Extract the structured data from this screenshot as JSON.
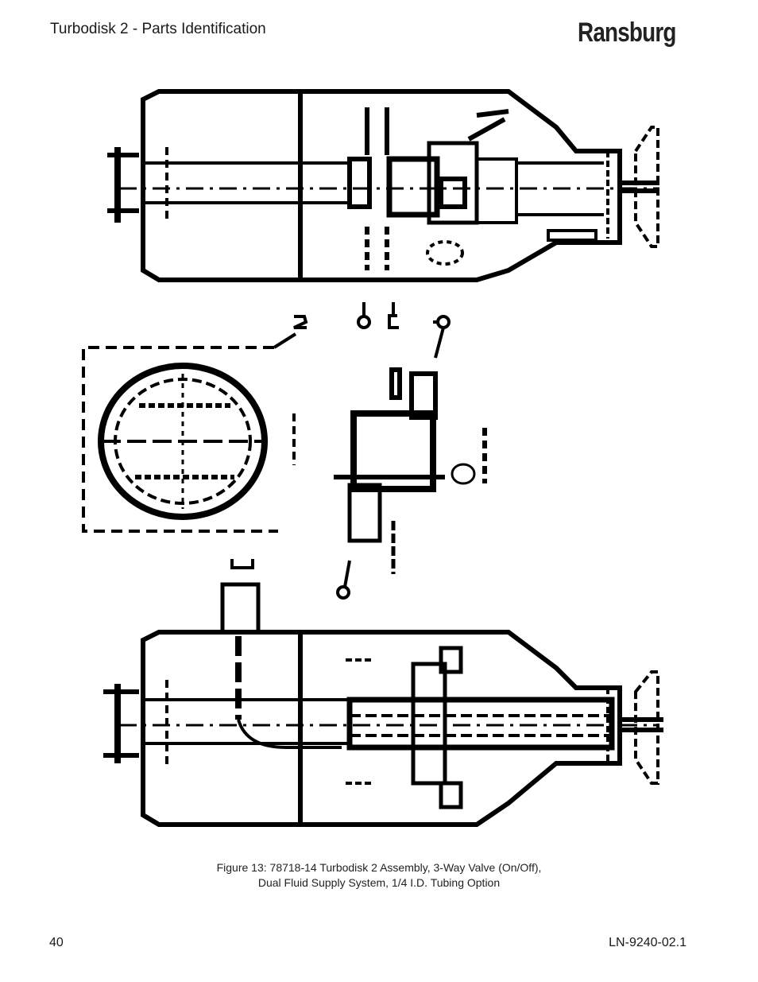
{
  "header": {
    "title": "Turbodisk 2 - Parts Identification",
    "brand": "Ransburg"
  },
  "figure": {
    "caption_line1": "Figure 13:  78718-14 Turbodisk 2 Assembly, 3-Way Valve (On/Off),",
    "caption_line2": "Dual Fluid Supply System, 1/4 I.D. Tubing Option"
  },
  "footer": {
    "page_number": "40",
    "doc_number": "LN-9240-02.1"
  }
}
